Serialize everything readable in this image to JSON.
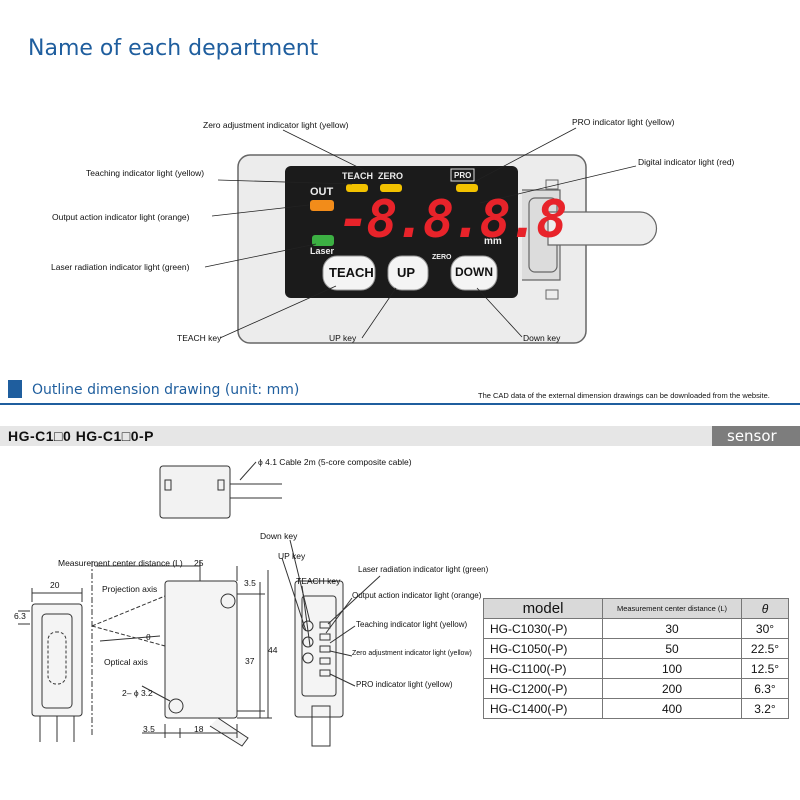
{
  "header": {
    "title": "Name of each department"
  },
  "panel_labels": {
    "zero_adj": "Zero adjustment indicator light (yellow)",
    "pro_light": "PRO indicator light (yellow)",
    "teaching": "Teaching indicator light (yellow)",
    "digital": "Digital indicator light (red)",
    "output": "Output action indicator light (orange)",
    "laser": "Laser radiation indicator light (green)",
    "teach_key": "TEACH key",
    "up_key": "UP key",
    "down_key": "Down key"
  },
  "panel": {
    "teach_tag": "TEACH",
    "zero_tag": "ZERO",
    "pro_tag": "PRO",
    "out_tag": "OUT",
    "laser_tag": "Laser",
    "display": "-8.8.8.8",
    "unit": "mm",
    "zero_small": "ZERO",
    "teach_btn": "TEACH",
    "up_btn": "UP",
    "down_btn": "DOWN"
  },
  "outline": {
    "title": "Outline dimension drawing (unit: mm)",
    "cad_note": "The CAD data of the external dimension drawings can be downloaded from the website.",
    "model_heading": "HG-C1□0   HG-C1□0-P",
    "sensor_tag": "sensor"
  },
  "drawing": {
    "cable_note": "ϕ 4.1 Cable 2m (5-core composite cable)",
    "meas_center": "Measurement center distance (L)",
    "dim_25": "25",
    "dim_20": "20",
    "dim_6_3": "6.3",
    "projection_axis": "Projection axis",
    "theta": "θ",
    "optical_axis": "Optical axis",
    "holes": "2– ϕ 3.2",
    "dim_3_5_top": "3.5",
    "dim_37": "37",
    "dim_44": "44",
    "dim_3_5_bottom": "3.5",
    "dim_18": "18",
    "down_key": "Down key",
    "up_key": "UP key",
    "teach_key": "TEACH key",
    "laser": "Laser radiation indicator light (green)",
    "output": "Output action indicator light (orange)",
    "teaching": "Teaching indicator light (yellow)",
    "zero_adj": "Zero adjustment indicator light (yellow)",
    "pro_light": "PRO indicator light (yellow)"
  },
  "table": {
    "headers": [
      "model",
      "Measurement center distance (L)",
      "θ"
    ],
    "rows": [
      [
        "HG-C1030(-P)",
        "30",
        "30°"
      ],
      [
        "HG-C1050(-P)",
        "50",
        "22.5°"
      ],
      [
        "HG-C1100(-P)",
        "100",
        "12.5°"
      ],
      [
        "HG-C1200(-P)",
        "200",
        "6.3°"
      ],
      [
        "HG-C1400(-P)",
        "400",
        "3.2°"
      ]
    ]
  },
  "colors": {
    "title_blue": "#1f5e9e",
    "display_red": "#e8232a",
    "led_yellow": "#f2c200",
    "led_orange": "#f28c1a",
    "led_green": "#3cb043"
  }
}
